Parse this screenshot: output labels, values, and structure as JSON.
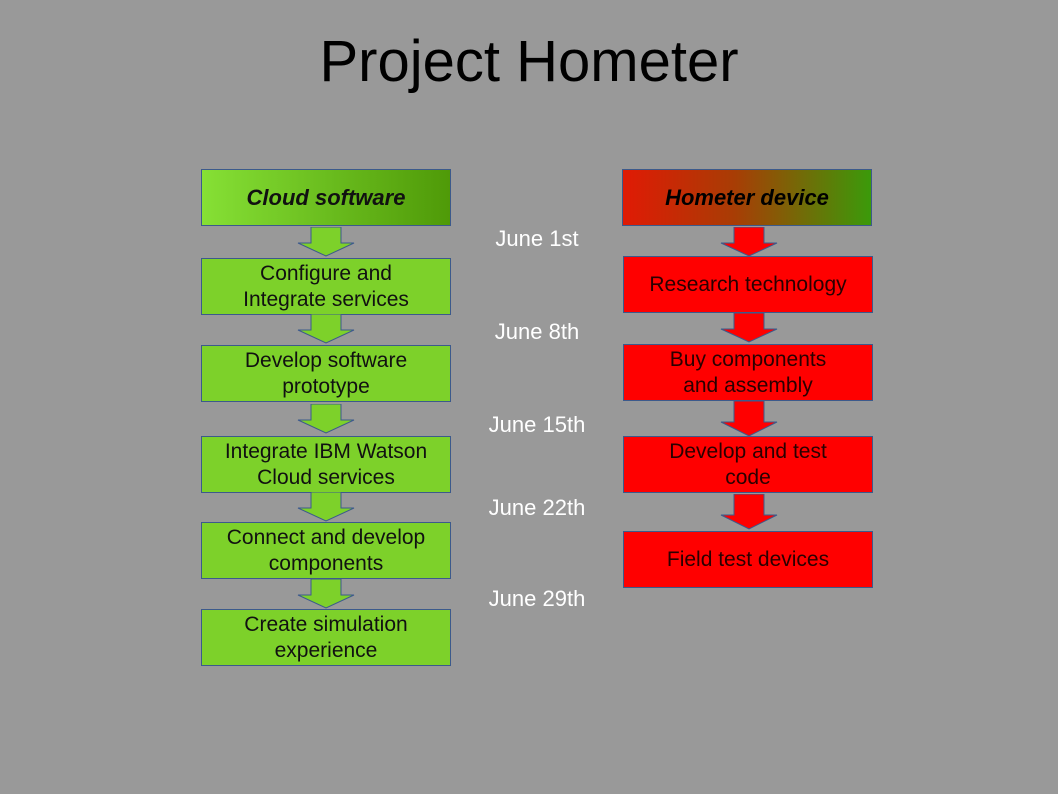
{
  "title": "Project Hometer",
  "left_column": {
    "header": "Cloud software",
    "steps": [
      "Configure and\nIntegrate services",
      "Develop software\nprototype",
      "Integrate IBM Watson\nCloud services",
      "Connect and develop\ncomponents",
      "Create simulation\nexperience"
    ]
  },
  "right_column": {
    "header": "Hometer device",
    "steps": [
      "Research technology",
      "Buy components\nand assembly",
      "Develop and test\ncode",
      "Field test devices"
    ]
  },
  "dates": [
    "June 1st",
    "June 8th",
    "June 15th",
    "June 22th",
    "June 29th"
  ],
  "colors": {
    "background": "#999999",
    "cloud_step": "#7dd12a",
    "device_step": "#ff0000",
    "date_text": "#ffffff"
  }
}
